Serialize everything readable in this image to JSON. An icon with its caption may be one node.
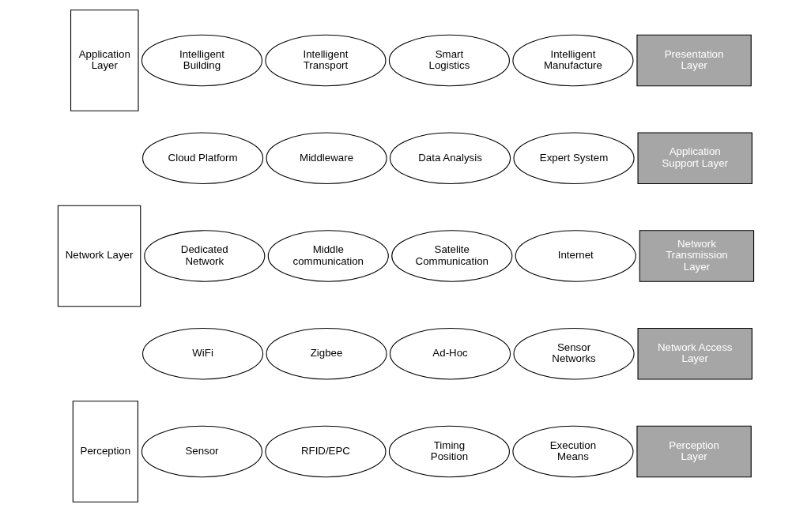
{
  "diagram": {
    "nodes": [
      {
        "text": [
          "Application Layer"
        ]
      },
      {
        "text": [
          "Network Layer"
        ]
      },
      {
        "text": [
          "Perception"
        ]
      },
      {
        "text": [
          "Intelligent Building"
        ]
      },
      {
        "text": [
          "Intelligent Transport"
        ]
      },
      {
        "text": [
          "Smart Logistics"
        ]
      },
      {
        "text": [
          "Intelligent Manufacture"
        ]
      },
      {
        "text": [
          "Presentation Layer"
        ]
      },
      {
        "text": [
          "Cloud Platform"
        ]
      },
      {
        "text": [
          "Middleware"
        ]
      },
      {
        "text": [
          "Data Analysis"
        ]
      },
      {
        "text": [
          "Expert System"
        ]
      },
      {
        "text": [
          "Application Support Layer"
        ]
      },
      {
        "text": [
          "Dedicated Network"
        ]
      },
      {
        "text": [
          "Middle communication"
        ]
      },
      {
        "text": [
          "Satelite Communication"
        ]
      },
      {
        "text": [
          "Internet"
        ]
      },
      {
        "text": [
          "Network Transmission Layer"
        ]
      },
      {
        "text": [
          "WiFi"
        ]
      },
      {
        "text": [
          "Zigbee"
        ]
      },
      {
        "text": [
          "Ad-Hoc"
        ]
      },
      {
        "text": [
          "Sensor Networks"
        ]
      },
      {
        "text": [
          "Network Access Layer"
        ]
      },
      {
        "text": [
          "Sensor"
        ]
      },
      {
        "text": [
          "RFID/EPC"
        ]
      },
      {
        "text": [
          "Timing Position"
        ]
      },
      {
        "text": [
          "Execution Means"
        ]
      },
      {
        "text": [
          "Perception Layer"
        ]
      }
    ]
  }
}
